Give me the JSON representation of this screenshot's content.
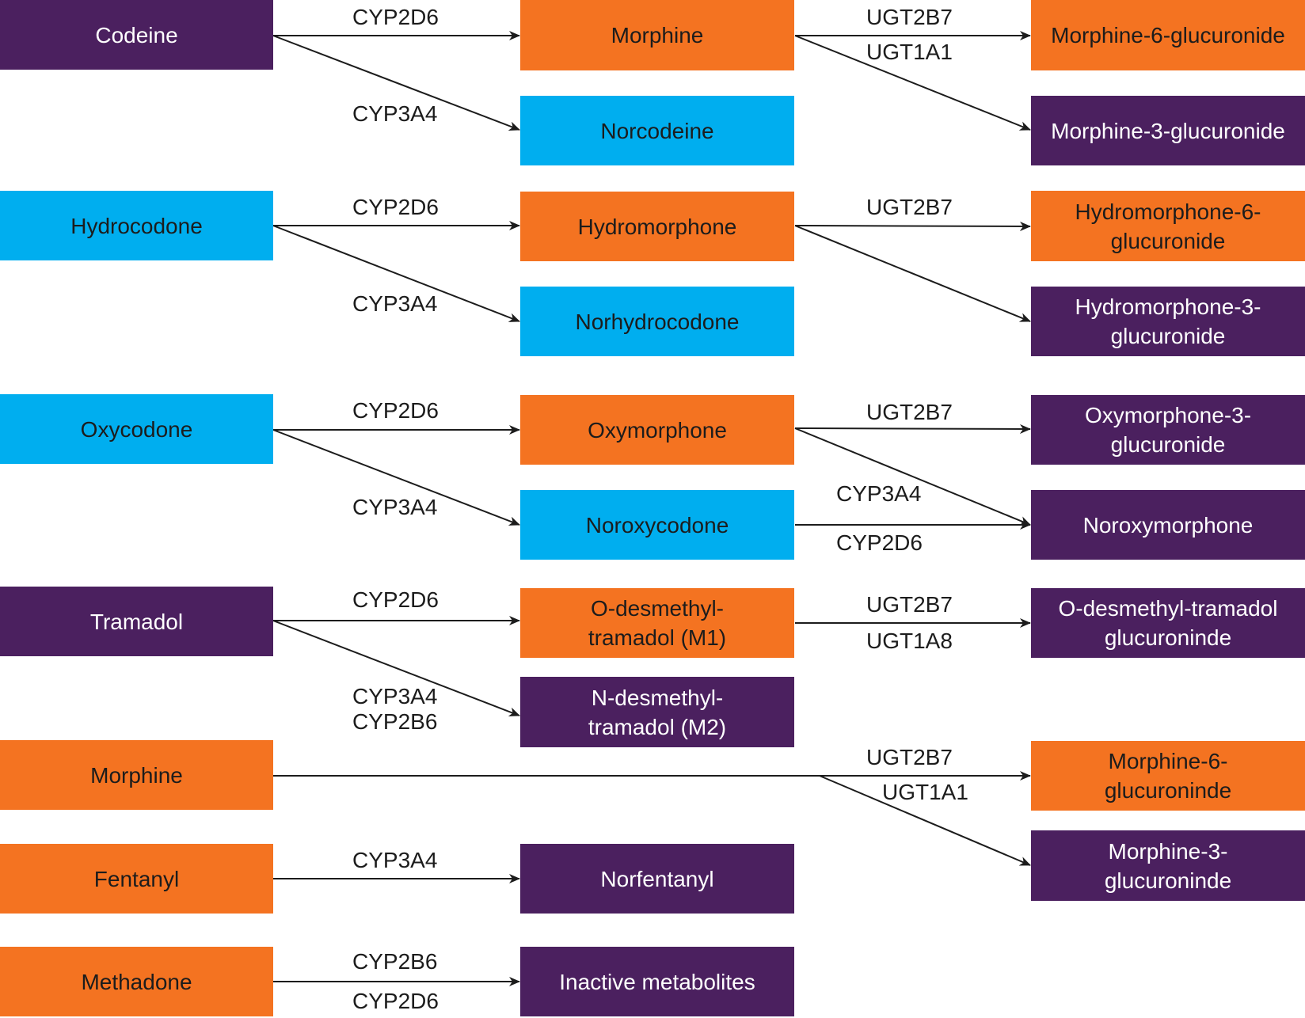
{
  "colors": {
    "orange": "#F47321",
    "purple": "#4B205F",
    "blue": "#00AEEF",
    "arrow": "#1c1c1c"
  },
  "nodes": {
    "codeine": "Codeine",
    "morphine": "Morphine",
    "m6g": "Morphine-6-glucuronide",
    "norcodeine": "Norcodeine",
    "m3g": "Morphine-3-glucuronide",
    "hydrocodone": "Hydrocodone",
    "hydromorphone": "Hydromorphone",
    "h6g_1": "Hydromorphone-6-",
    "h6g_2": "glucuronide",
    "norhydrocodone": "Norhydrocodone",
    "h3g_1": "Hydromorphone-3-",
    "h3g_2": "glucuronide",
    "oxycodone": "Oxycodone",
    "oxymorphone": "Oxymorphone",
    "o3g_1": "Oxymorphone-3-",
    "o3g_2": "glucuronide",
    "noroxycodone": "Noroxycodone",
    "noroxymorphone": "Noroxymorphone",
    "tramadol": "Tramadol",
    "m1_1": "O-desmethyl-",
    "m1_2": "tramadol (M1)",
    "odt_1": "O-desmethyl-tramadol",
    "odt_2": "glucuroninde",
    "m2_1": "N-desmethyl-",
    "m2_2": "tramadol (M2)",
    "morphine2": "Morphine",
    "m6g2_1": "Morphine-6-",
    "m6g2_2": "glucuroninde",
    "m3g2_1": "Morphine-3-",
    "m3g2_2": "glucuroninde",
    "fentanyl": "Fentanyl",
    "norfentanyl": "Norfentanyl",
    "methadone": "Methadone",
    "inactive": "Inactive metabolites"
  },
  "enzymes": {
    "cyp2d6": "CYP2D6",
    "cyp3a4": "CYP3A4",
    "cyp2b6": "CYP2B6",
    "ugt2b7": "UGT2B7",
    "ugt1a1": "UGT1A1",
    "ugt1a8": "UGT1A8"
  }
}
